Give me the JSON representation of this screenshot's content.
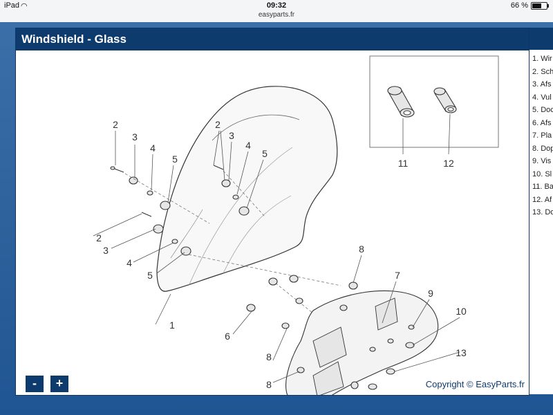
{
  "statusbar": {
    "device": "iPad",
    "time": "09:32",
    "url": "easyparts.fr",
    "battery": "66 %",
    "battery_level": 0.66
  },
  "panel": {
    "title": "Windshield - Glass",
    "zoom_out_label": "-",
    "zoom_in_label": "+",
    "copyright": "Copyright © EasyParts.fr"
  },
  "diagram": {
    "callouts": [
      "1",
      "2",
      "2",
      "2",
      "3",
      "3",
      "3",
      "4",
      "4",
      "4",
      "5",
      "5",
      "5",
      "6",
      "7",
      "8",
      "8",
      "8",
      "9",
      "10",
      "11",
      "12",
      "13"
    ]
  },
  "parts_list": [
    "1. Wir",
    "2. Sch",
    "3. Afs",
    "4. Vul",
    "5. Doc",
    "6. Afs",
    "7. Pla",
    "8. Dop",
    "9. Vis",
    "10. Sl",
    "11. Ba",
    "12. Af",
    "13. Do"
  ]
}
